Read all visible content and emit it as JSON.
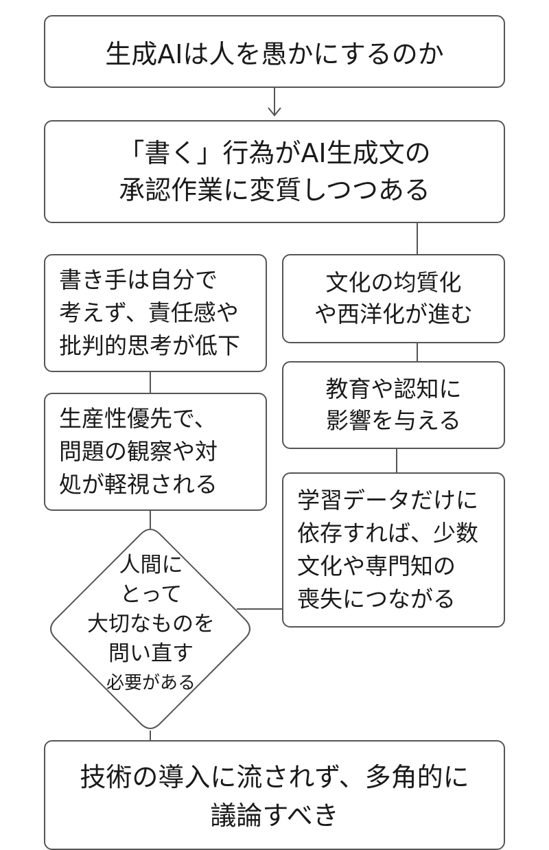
{
  "title": "生成AIは人を愚かにするのか",
  "writing_node": {
    "lines": [
      "「書く」行為がAI生成文の",
      "承認作業に変質しつつある"
    ]
  },
  "writer_node": {
    "lines": [
      "書き手は自分で",
      "考えず、責任感や",
      "批判的思考が低下"
    ]
  },
  "culture_node": {
    "lines": [
      "文化の均質化",
      "や西洋化が進む"
    ]
  },
  "productivity_node": {
    "lines": [
      "生産性優先で、",
      "問題の観察や対",
      "処が軽視される"
    ]
  },
  "education_node": {
    "lines": [
      "教育や認知に",
      "影響を与える"
    ]
  },
  "data_node": {
    "lines": [
      "学習データだけに",
      "依存すれば、少数",
      "文化や専門知の",
      "喪失につながる"
    ]
  },
  "decision_node": {
    "lines": [
      "人間に",
      "とって",
      "大切なものを",
      "問い直す",
      "必要がある"
    ]
  },
  "conclusion_node": {
    "lines": [
      "技術の導入に流されず、多角的に",
      "議論すべき"
    ]
  },
  "colors": {
    "border": "#555555",
    "text": "#1a1a1a",
    "background": "#ffffff"
  }
}
